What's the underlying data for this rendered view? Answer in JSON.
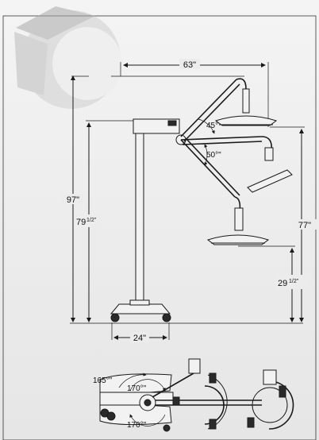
{
  "dimensions": {
    "width_total": "63\"",
    "height_max": "97\"",
    "height_pole_whole": "79",
    "height_pole_frac": "1/2\"",
    "height_right": "77\"",
    "height_min_whole": "29",
    "height_min_frac": "1/2\"",
    "base_width": "24\"",
    "angle_tilt": "45°",
    "angle_arm": "50°\"",
    "rot_165": "165°\"",
    "rot_170_top": "170°\"",
    "rot_170_bottom": "170°\""
  },
  "colors": {
    "line": "#1a1a1a",
    "background": "#ececec",
    "watermark": "#bdbdbd"
  },
  "icons": [
    "wheel-watermark-icon"
  ]
}
